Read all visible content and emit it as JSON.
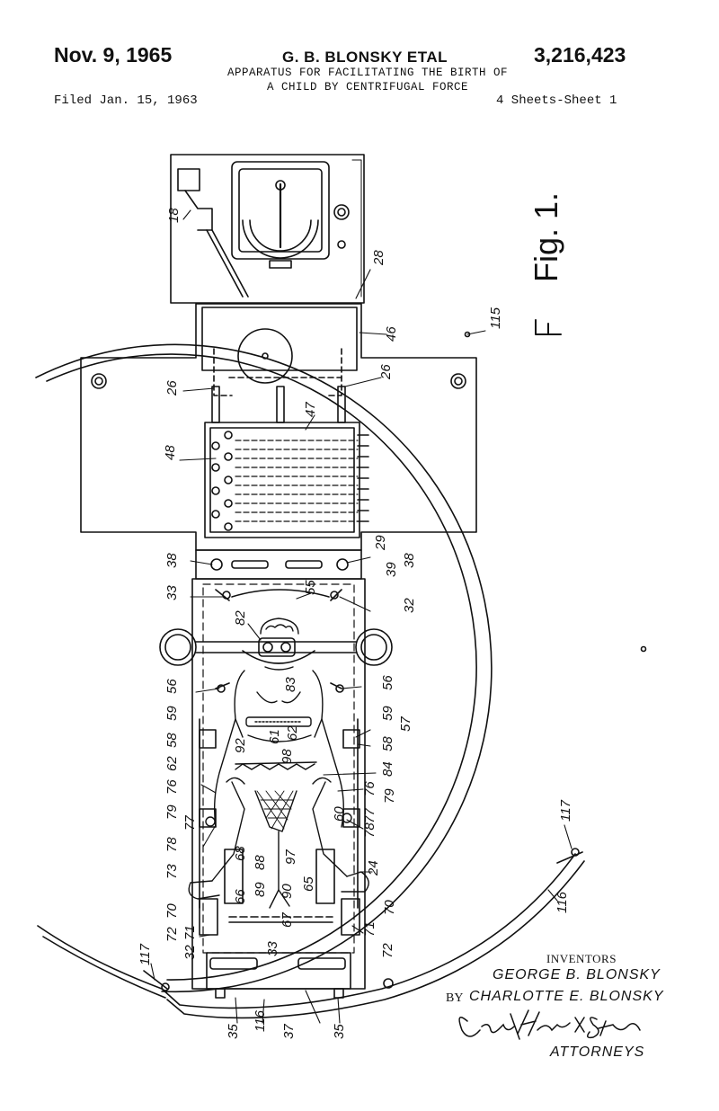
{
  "header": {
    "date": "Nov. 9, 1965",
    "inventors_short": "G. B. BLONSKY ETAL",
    "patent_number": "3,216,423",
    "title_line1": "APPARATUS FOR FACILITATING THE BIRTH OF",
    "title_line2": "A CHILD BY CENTRIFUGAL FORCE",
    "filed": "Filed Jan. 15, 1963",
    "sheets": "4 Sheets-Sheet 1"
  },
  "figure": {
    "label": "Fig. 1.",
    "reference_numerals": {
      "n18": "18",
      "n28": "28",
      "n115": "115",
      "n46": "46",
      "n26a": "26",
      "n26b": "26",
      "n47": "47",
      "n48": "48",
      "n38a": "38",
      "n29": "29",
      "n38b": "38",
      "n39": "39",
      "n33a": "33",
      "n55": "55",
      "n32a": "32",
      "n82": "82",
      "n56a": "56",
      "n83": "83",
      "n56b": "56",
      "n59a": "59",
      "n59b": "59",
      "n57": "57",
      "n58a": "58",
      "n61": "61",
      "n62a": "62",
      "n58b": "58",
      "n62b": "62",
      "n92": "92",
      "n98": "98",
      "n84": "84",
      "n76a": "76",
      "n76b": "76",
      "n79a": "79",
      "n79b": "79",
      "n77a": "77",
      "n60": "60",
      "n77b": "77",
      "n78a": "78",
      "n78b": "78",
      "n68": "68",
      "n88": "88",
      "n97": "97",
      "n24": "24",
      "n73": "73",
      "n89": "89",
      "n90": "90",
      "n65": "65",
      "n66": "66",
      "n70a": "70",
      "n70b": "70",
      "n67": "67",
      "n71a": "71",
      "n71b": "71",
      "n72a": "72",
      "n72b": "72",
      "n32b": "32",
      "n33b": "33",
      "n117a": "117",
      "n117b": "117",
      "n116a": "116",
      "n116b": "116",
      "n35a": "35",
      "n35b": "35",
      "n37": "37"
    }
  },
  "signatures": {
    "inventors_label": "INVENTORS",
    "inventor1": "GEORGE B. BLONSKY",
    "by": "BY",
    "inventor2": "CHARLOTTE E. BLONSKY",
    "attorneys_signature": "Corey, Hart & Stengle",
    "attorneys": "ATTORNEYS"
  }
}
